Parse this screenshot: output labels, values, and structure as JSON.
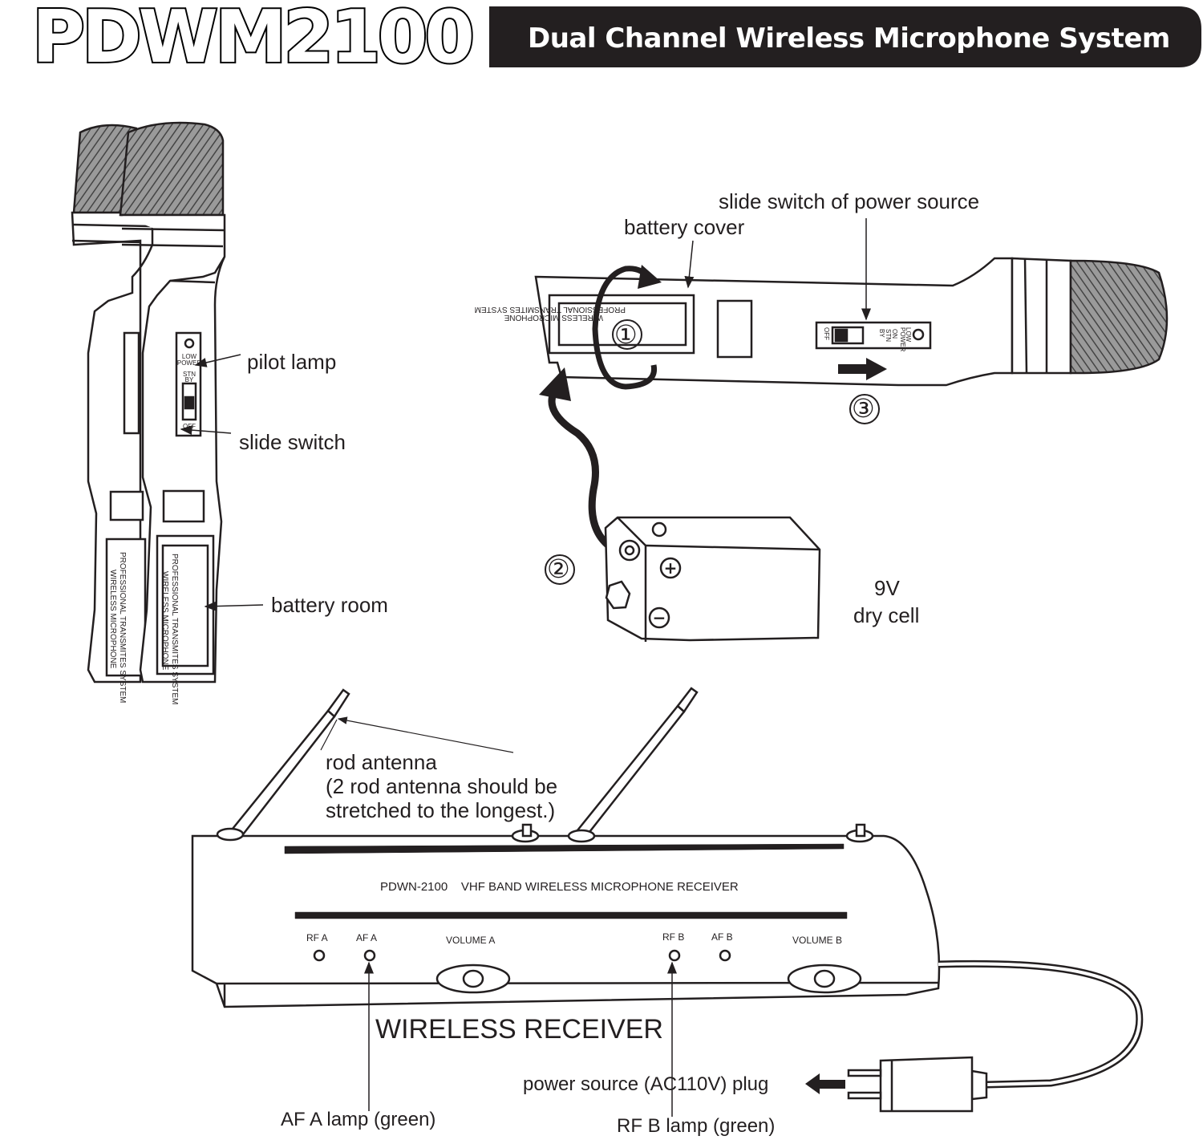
{
  "header": {
    "model": "PDWM2100",
    "subtitle": "Dual Channel Wireless Microphone System"
  },
  "mic_front_labels": {
    "pilot_lamp": "pilot lamp",
    "slide_switch": "slide switch",
    "battery_room": "battery room"
  },
  "mic_switch_markings": {
    "low": "LOW",
    "power": "POWER",
    "stn": "STN",
    "by": "BY",
    "on": "ON",
    "off": "OFF"
  },
  "mic_side_labels": {
    "slide_switch_power": "slide switch of power source",
    "battery_cover": "battery cover",
    "step1": "①",
    "step2": "②",
    "step3": "③"
  },
  "mic_body_text": {
    "line1": "PROFESSIONAL TRANSMITES SYSTEM",
    "line2": "WIRELESS MICROPHONE"
  },
  "battery": {
    "line1": "9V",
    "line2": "dry cell",
    "plus": "+",
    "minus": "−"
  },
  "antenna": {
    "line1": "rod antenna",
    "line2": "(2 rod antenna should be",
    "line3": "stretched to the longest.)"
  },
  "receiver": {
    "model_text": "PDWN-2100    VHF BAND WIRELESS MICROPHONE RECEIVER",
    "rf_a": "RF  A",
    "af_a": "AF  A",
    "volume_a": "VOLUME A",
    "rf_b": "RF  B",
    "af_b": "AF B",
    "volume_b": "VOLUME B",
    "title": "WIRELESS RECEIVER"
  },
  "receiver_callouts": {
    "power_plug": "power source (AC110V) plug",
    "af_a_lamp": "AF A lamp (green)",
    "rf_b_lamp": "RF B lamp (green)"
  }
}
